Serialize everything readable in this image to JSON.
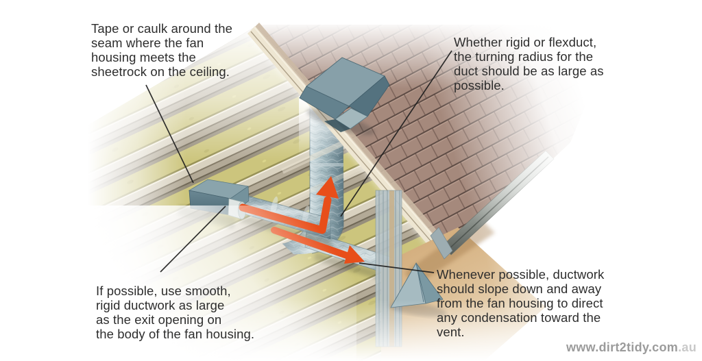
{
  "annotations": {
    "top_left": {
      "text": "Tape or caulk around the\nseam where the fan\nhousing meets the\nsheetrock on the ceiling."
    },
    "top_right": {
      "text": "Whether rigid or flexduct,\nthe turning radius for the\nduct should be as large as\npossible."
    },
    "bottom_left": {
      "text": "If possible, use smooth,\nrigid ductwork as large\nas the exit opening on\nthe body of the fan housing."
    },
    "bottom_right": {
      "text": "Whenever possible, ductwork\nshould slope down and away\nfrom the fan housing to direct\nany condensation toward the\nvent."
    }
  },
  "watermark": {
    "site": "www.dirt2tidy.com",
    "suffix": ".au"
  },
  "scene": {
    "subject": "bathroom-exhaust-fan-attic-venting-cutaway",
    "parts": [
      "attic-joists-with-insulation",
      "fan-housing",
      "metal-duct-collar",
      "flexible-duct-horizontal-run",
      "duct-elbow",
      "flexible-duct-vertical-run-to-roof",
      "flexible-duct-sloped-run-to-wall",
      "roof-shingles",
      "roof-deck-edge",
      "roof-vent-cap",
      "gutter",
      "exterior-wall",
      "wall-vent-cap",
      "airflow-arrows"
    ]
  },
  "colors": {
    "arrow": "#e84e1a",
    "shingles": "#a5897c",
    "insulation": "#ccc57d",
    "joist_wood": "#d9d2c0",
    "duct": "#9fb6bd",
    "vent_cap": "#8ba4ad",
    "wall": "#d7b68b",
    "annotation_text": "#2d2d2d",
    "leader_line": "#1f1f1f",
    "watermark_site": "#9b9b9b",
    "watermark_suffix": "#c9c9c9"
  }
}
